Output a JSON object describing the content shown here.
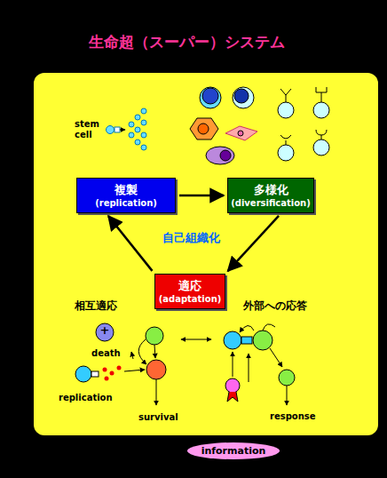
{
  "diagram": {
    "title": "生命超（スーパー）システム",
    "nodes": [
      {
        "text": [
          "複製",
          "(replication)"
        ]
      },
      {
        "text": [
          "多様化",
          "(diversification)"
        ]
      },
      {
        "text": [
          "適応",
          "(adaptation)"
        ]
      },
      {
        "text": [
          "information"
        ]
      }
    ],
    "edges": [
      {
        "from": 0,
        "to": 1,
        "arrow": "to"
      },
      {
        "from": 1,
        "to": 2,
        "arrow": "to"
      },
      {
        "from": 2,
        "to": 0,
        "arrow": "to"
      }
    ],
    "labels": [
      "stem cell",
      "自己組織化",
      "相互適応",
      "外部への応答",
      "+",
      "death",
      "replication",
      "survival",
      "response"
    ]
  }
}
